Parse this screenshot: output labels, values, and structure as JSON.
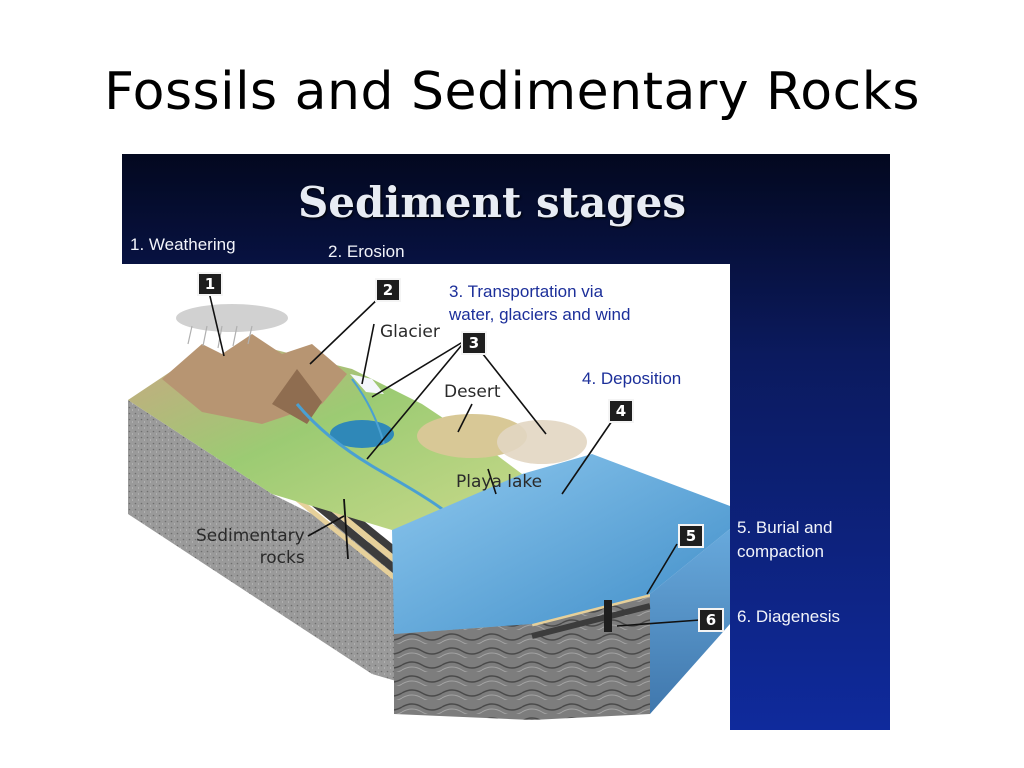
{
  "slide": {
    "title": "Fossils and Sedimentary Rocks"
  },
  "figure": {
    "title": "Sediment stages",
    "stages": {
      "s1": "1. Weathering",
      "s2": "2. Erosion",
      "s3_line1": "3. Transportation via",
      "s3_line2": "water, glaciers and wind",
      "s4": "4. Deposition",
      "s5_line1": "5. Burial and",
      "s5_line2": "compaction",
      "s6": "6. Diagenesis"
    },
    "badges": {
      "b1": "1",
      "b2": "2",
      "b3": "3",
      "b4": "4",
      "b5": "5",
      "b6": "6"
    },
    "map_labels": {
      "glacier": "Glacier",
      "desert": "Desert",
      "playa_lake": "Playa lake",
      "sedimentary_line1": "Sedimentary",
      "sedimentary_line2": "rocks"
    },
    "colors": {
      "panel_top": "#03081f",
      "panel_bottom": "#0f2a9c",
      "stage_text_blue": "#1c2f9a",
      "water": "#5fa6d8",
      "land": "#8fc46a",
      "rock": "#8a8a8a"
    }
  }
}
